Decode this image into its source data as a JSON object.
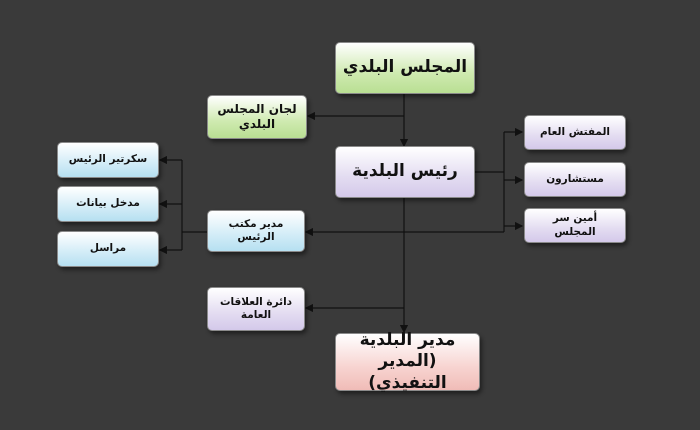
{
  "boxes": {
    "council": "المجلس البلدي",
    "committees": "لجان المجلس\nالبلدي",
    "mayor": "رئيس البلدية",
    "inspector": "المفتش العام",
    "advisors": "مستشارون",
    "council_secretary": "أمين سر المجلس",
    "secretary": "سكرتير الرئيس",
    "data_entry": "مدخل بيانات",
    "courier": "مراسل",
    "office_manager": "مدير مكتب\nالرئيس",
    "public_relations": "دائرة العلاقات\nالعامة",
    "executive_director": "مدير البلدية\n(المدير التنفيذي)"
  },
  "colors": {
    "background": "#3a3a3a",
    "green": "#b9df93",
    "purple": "#d4c9ea",
    "pink": "#f0bcb7",
    "blue": "#b6e0f1",
    "connector": "#111111"
  }
}
